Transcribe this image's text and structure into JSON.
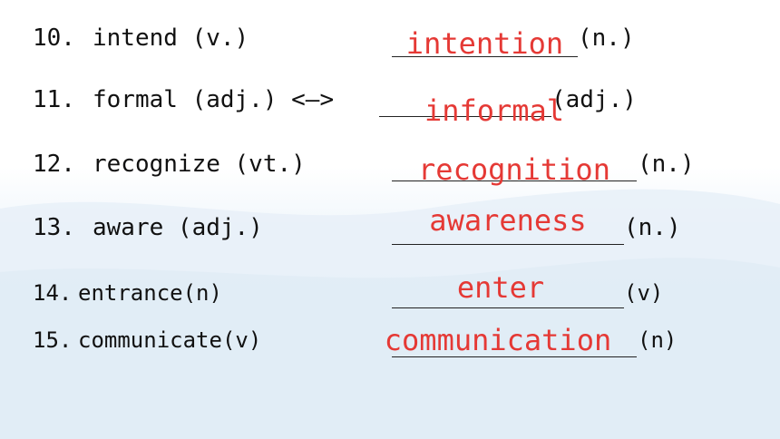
{
  "rows": [
    {
      "number": "10.",
      "word": "intend (v.)",
      "answer": "intention",
      "suffix": "(n.)"
    },
    {
      "number": "11.",
      "word": "formal (adj.) <—>",
      "answer": "informal",
      "suffix": "(adj.)"
    },
    {
      "number": "12.",
      "word": "recognize (vt.)",
      "answer": "recognition",
      "suffix": "(n.)"
    },
    {
      "number": "13.",
      "word": "aware (adj.)",
      "answer": "awareness",
      "suffix": "(n.)"
    },
    {
      "number": "14.",
      "word": "entrance(n)",
      "answer": "enter",
      "suffix": "(v)"
    },
    {
      "number": "15.",
      "word": "communicate(v)",
      "answer": "communication",
      "suffix": "(n)"
    }
  ],
  "colors": {
    "text": "#111111",
    "answer": "#e53935",
    "background_tint": "#e6f0f8"
  }
}
